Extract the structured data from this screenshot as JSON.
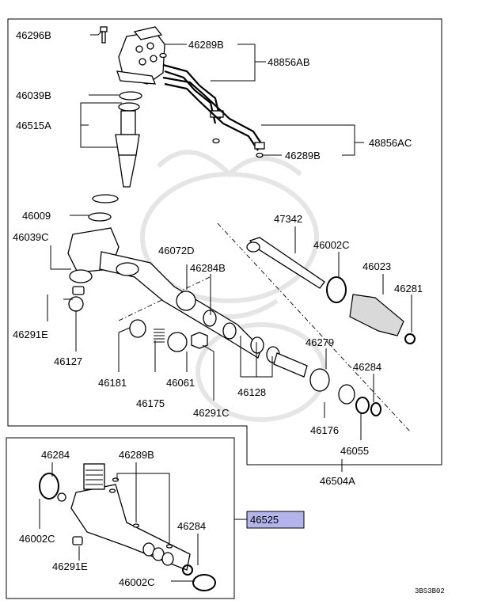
{
  "figure_code": "3BS3B02",
  "highlight_color": "#b4b4ec",
  "labels": {
    "l46296B": "46296B",
    "l46289B_top": "46289B",
    "l48856AB": "48856AB",
    "l46039B": "46039B",
    "l46515A": "46515A",
    "l46289B_mid": "46289B",
    "l48856AC": "48856AC",
    "l46009": "46009",
    "l47342": "47342",
    "l46039C": "46039C",
    "l46072D": "46072D",
    "l46002C_top": "46002C",
    "l46023": "46023",
    "l46284B": "46284B",
    "l46281": "46281",
    "l46291E_top": "46291E",
    "l46279": "46279",
    "l46127": "46127",
    "l46284_top": "46284",
    "l46181": "46181",
    "l46061": "46061",
    "l46128": "46128",
    "l46175": "46175",
    "l46291C": "46291C",
    "l46176": "46176",
    "l46055": "46055",
    "l46504A": "46504A",
    "l46284_inset_left": "46284",
    "l46289B_inset": "46289B",
    "l46525": "46525",
    "l46284_inset_right": "46284",
    "l46002C_inset_left": "46002C",
    "l46291E_inset": "46291E",
    "l46002C_inset_bottom": "46002C"
  }
}
